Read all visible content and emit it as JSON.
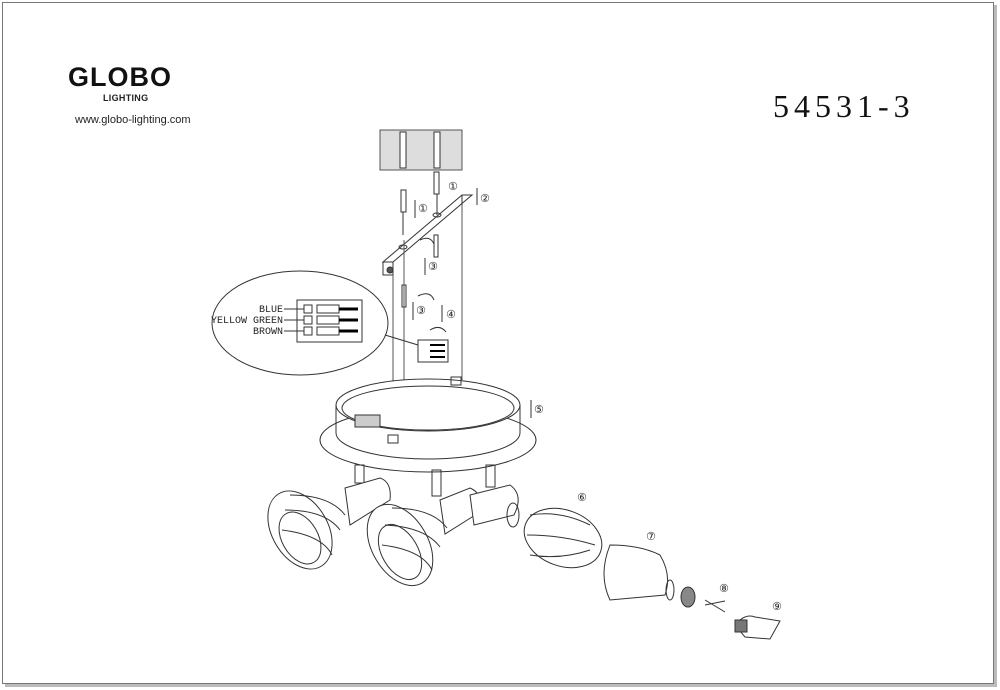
{
  "brand": {
    "name": "GLOBO",
    "sub": "LIGHTING",
    "url": "www.globo-lighting.com"
  },
  "model_number": "54531-3",
  "wiring": {
    "labels": [
      "BLUE",
      "YELLOW GREEN",
      "BROWN"
    ]
  },
  "steps": [
    "①",
    "①",
    "②",
    "③",
    "③",
    "④",
    "⑤",
    "⑥",
    "⑦",
    "⑧",
    "⑨"
  ]
}
